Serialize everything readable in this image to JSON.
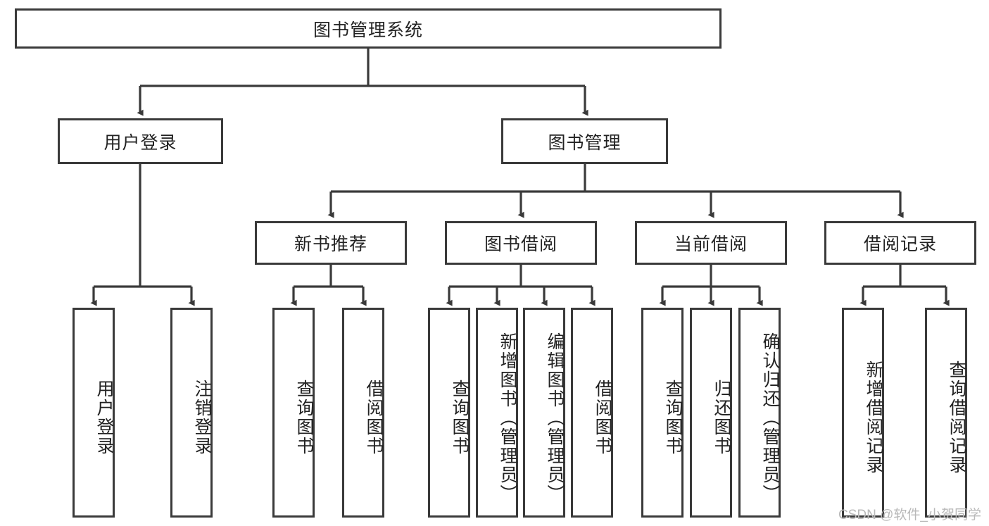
{
  "diagram": {
    "title_node": {
      "label": "图书管理系统"
    },
    "level2": [
      {
        "id": "user-login",
        "label": "用户登录"
      },
      {
        "id": "book-management",
        "label": "图书管理"
      }
    ],
    "level3": [
      {
        "id": "new-book-recommend",
        "label": "新书推荐"
      },
      {
        "id": "book-borrow",
        "label": "图书借阅"
      },
      {
        "id": "current-borrow",
        "label": "当前借阅"
      },
      {
        "id": "borrow-record",
        "label": "借阅记录"
      }
    ],
    "leaves": {
      "user_login": [
        {
          "id": "leaf-user-login",
          "label": "用户登录"
        },
        {
          "id": "leaf-logout-login",
          "label": "注销登录"
        }
      ],
      "new_book_recommend": [
        {
          "id": "leaf-query-book-1",
          "label": "查询图书"
        },
        {
          "id": "leaf-borrow-book-1",
          "label": "借阅图书"
        }
      ],
      "book_borrow": [
        {
          "id": "leaf-query-book-2",
          "label": "查询图书"
        },
        {
          "id": "leaf-add-book",
          "label": "新增图书（管理员）"
        },
        {
          "id": "leaf-edit-book",
          "label": "编辑图书（管理员）"
        },
        {
          "id": "leaf-borrow-book-2",
          "label": "借阅图书"
        }
      ],
      "current_borrow": [
        {
          "id": "leaf-query-book-3",
          "label": "查询图书"
        },
        {
          "id": "leaf-return-book",
          "label": "归还图书"
        },
        {
          "id": "leaf-confirm-return",
          "label": "确认归还（管理员）"
        }
      ],
      "borrow_record": [
        {
          "id": "leaf-add-record",
          "label": "新增借阅记录"
        },
        {
          "id": "leaf-query-record",
          "label": "查询借阅记录"
        }
      ]
    }
  },
  "watermark": {
    "text": "CSDN @软件_小贺同学"
  },
  "colors": {
    "stroke": "#3a3a3a",
    "background": "#ffffff",
    "text": "#222222",
    "watermark": "#b9b9b9"
  }
}
